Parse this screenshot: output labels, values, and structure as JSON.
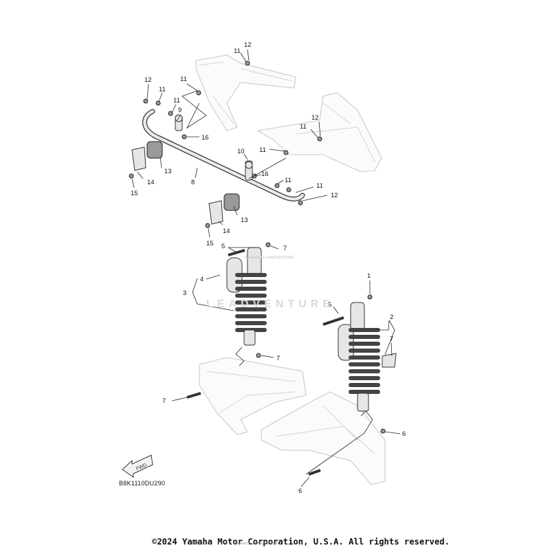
{
  "diagram": {
    "code": "B8K1110DU290",
    "fwd_label": "FWD",
    "copyright": "©2024 Yamaha Motor Corporation, U.S.A. All rights reserved.",
    "watermark": "LEADVENTURE",
    "watermark_small": "Powered by LEADVENTURE",
    "footer_small": "Powered by LEADVENTURE"
  },
  "callouts": [
    {
      "id": "c12a",
      "label": "12"
    },
    {
      "id": "c11a",
      "label": "11"
    },
    {
      "id": "c11b",
      "label": "11"
    },
    {
      "id": "c12b",
      "label": "12"
    },
    {
      "id": "c11c",
      "label": "11"
    },
    {
      "id": "c11d",
      "label": "11"
    },
    {
      "id": "c9",
      "label": "9"
    },
    {
      "id": "c16a",
      "label": "16"
    },
    {
      "id": "c12c",
      "label": "12"
    },
    {
      "id": "c11e",
      "label": "11"
    },
    {
      "id": "c11f",
      "label": "11"
    },
    {
      "id": "c10",
      "label": "10"
    },
    {
      "id": "c13a",
      "label": "13"
    },
    {
      "id": "c14a",
      "label": "14"
    },
    {
      "id": "c15a",
      "label": "15"
    },
    {
      "id": "c8",
      "label": "8"
    },
    {
      "id": "c16b",
      "label": "16"
    },
    {
      "id": "c11g",
      "label": "11"
    },
    {
      "id": "c11h",
      "label": "11"
    },
    {
      "id": "c12d",
      "label": "12"
    },
    {
      "id": "c13b",
      "label": "13"
    },
    {
      "id": "c14b",
      "label": "14"
    },
    {
      "id": "c15b",
      "label": "15"
    },
    {
      "id": "c5a",
      "label": "5"
    },
    {
      "id": "c7a",
      "label": "7"
    },
    {
      "id": "c4",
      "label": "4"
    },
    {
      "id": "c3",
      "label": "3"
    },
    {
      "id": "c7b",
      "label": "7"
    },
    {
      "id": "c5b",
      "label": "5"
    },
    {
      "id": "c1",
      "label": "1"
    },
    {
      "id": "c2",
      "label": "2"
    },
    {
      "id": "c7c",
      "label": "7"
    },
    {
      "id": "c6a",
      "label": "6"
    },
    {
      "id": "c7d",
      "label": "7"
    },
    {
      "id": "c6b",
      "label": "6"
    }
  ]
}
